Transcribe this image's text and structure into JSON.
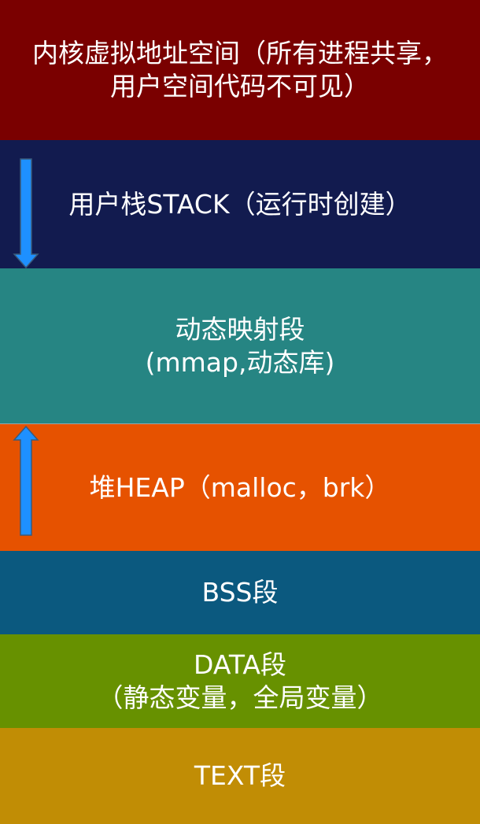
{
  "diagram": {
    "segments": [
      {
        "id": "kernel",
        "lines": [
          "内核虚拟地址空间（所有进程共享，",
          "用户空间代码不可见）"
        ],
        "color": "#7a0000"
      },
      {
        "id": "stack",
        "lines": [
          "用户栈STACK（运行时创建）"
        ],
        "color": "#121b4f"
      },
      {
        "id": "mmap",
        "lines": [
          "动态映射段",
          "(mmap,动态库)"
        ],
        "color": "#268583"
      },
      {
        "id": "heap",
        "lines": [
          "堆HEAP（malloc，brk）"
        ],
        "color": "#e65200"
      },
      {
        "id": "bss",
        "lines": [
          "BSS段"
        ],
        "color": "#0b597f"
      },
      {
        "id": "data",
        "lines": [
          "DATA段",
          "（静态变量，全局变量）"
        ],
        "color": "#679100"
      },
      {
        "id": "text",
        "lines": [
          "TEXT段"
        ],
        "color": "#c18d05"
      }
    ],
    "arrows": {
      "stack_direction": "down",
      "heap_direction": "up",
      "color": "#1e90ff"
    }
  }
}
